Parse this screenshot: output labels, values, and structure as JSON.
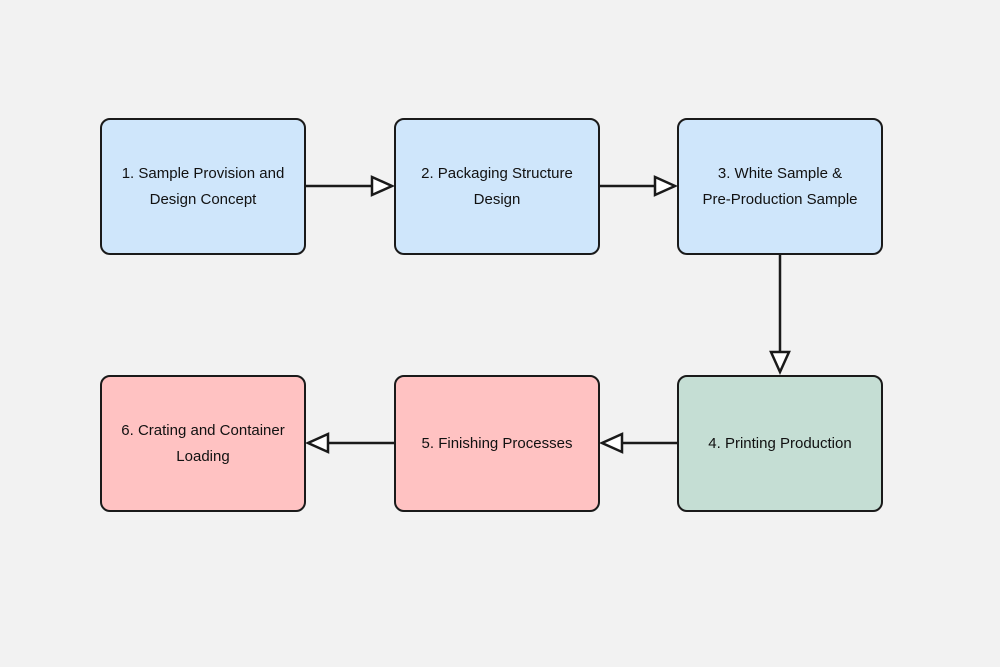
{
  "diagram": {
    "nodes": [
      {
        "id": "1",
        "label": "1. Sample Provision and\nDesign Concept",
        "fill": "#cfe6fb"
      },
      {
        "id": "2",
        "label": "2.  Packaging Structure\nDesign",
        "fill": "#cfe6fb"
      },
      {
        "id": "3",
        "label": "3.   White Sample &\nPre-Production Sample",
        "fill": "#cfe6fb"
      },
      {
        "id": "4",
        "label": "4. Printing Production",
        "fill": "#c5ded4"
      },
      {
        "id": "5",
        "label": "5. Finishing Processes",
        "fill": "#ffc2c2"
      },
      {
        "id": "6",
        "label": "6. Crating and Container\nLoading",
        "fill": "#ffc2c2"
      }
    ],
    "edges": [
      {
        "from": "1",
        "to": "2"
      },
      {
        "from": "2",
        "to": "3"
      },
      {
        "from": "3",
        "to": "4"
      },
      {
        "from": "4",
        "to": "5"
      },
      {
        "from": "5",
        "to": "6"
      }
    ],
    "stroke_color": "#1a1a1a",
    "background": "#f2f2f2"
  }
}
